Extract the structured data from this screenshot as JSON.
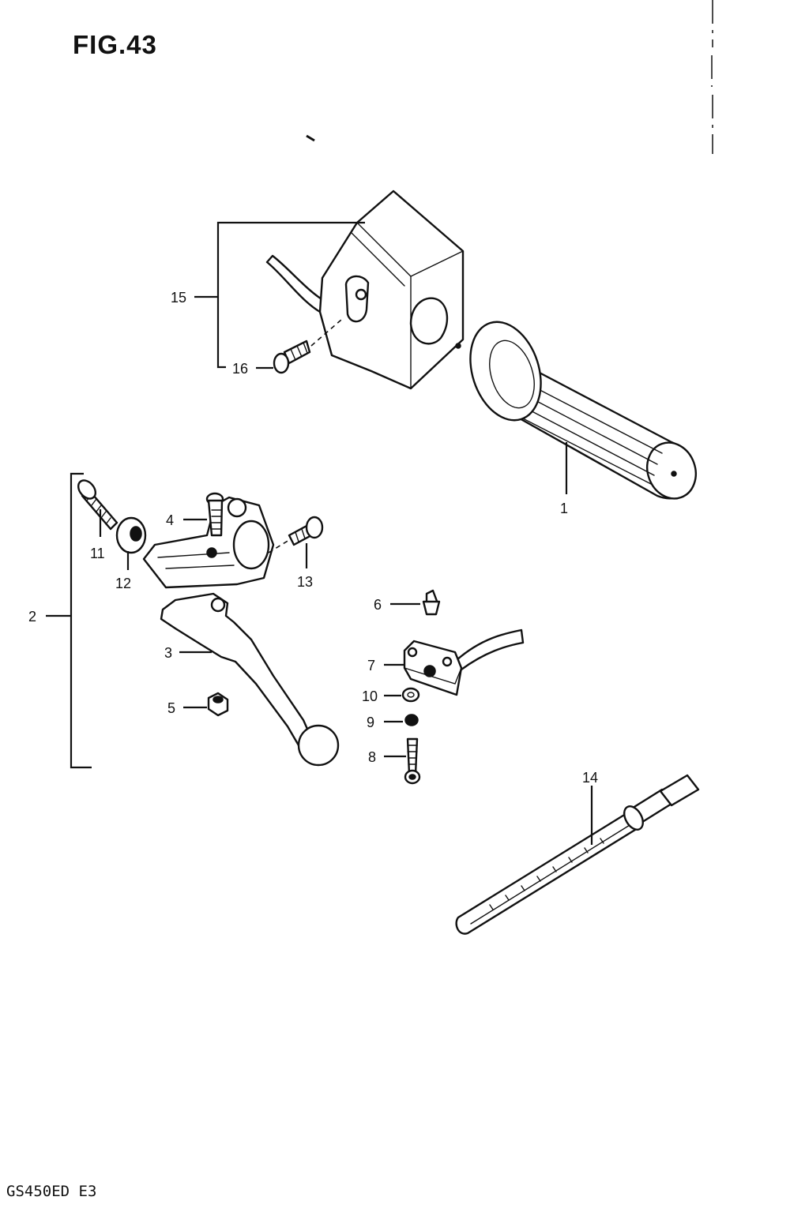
{
  "figure": {
    "title": "FIG.43"
  },
  "footer": {
    "model_code": "GS450ED  E3"
  },
  "callouts": {
    "p1": "1",
    "p2": "2",
    "p3": "3",
    "p4": "4",
    "p5": "5",
    "p6": "6",
    "p7": "7",
    "p8": "8",
    "p9": "9",
    "p10": "10",
    "p11": "11",
    "p12": "12",
    "p13": "13",
    "p14": "14",
    "p15": "15",
    "p16": "16"
  }
}
